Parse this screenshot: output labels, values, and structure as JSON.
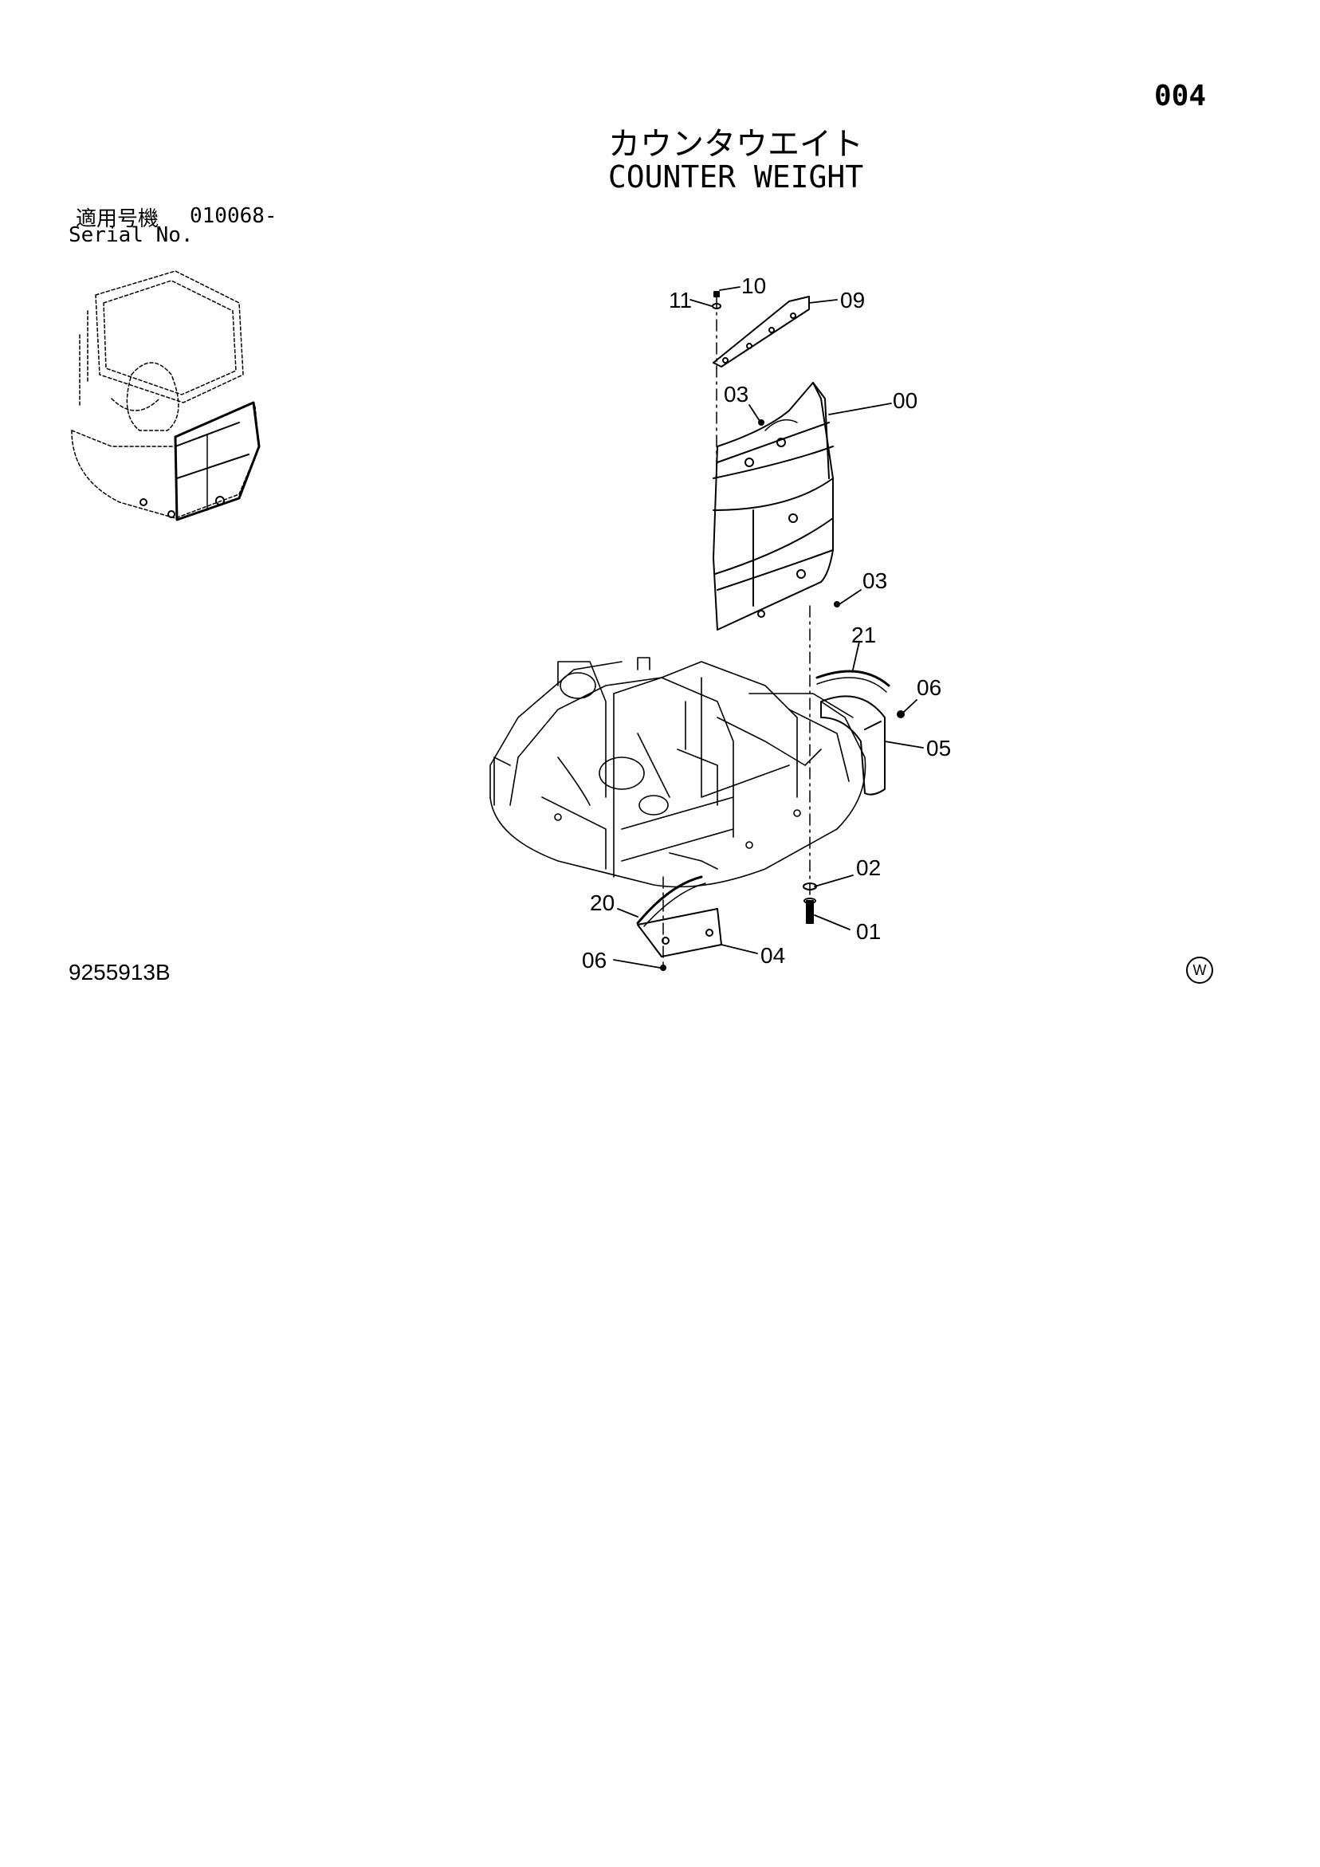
{
  "header": {
    "page_number": "004",
    "title_jp": "カウンタウエイト",
    "title_en": "COUNTER WEIGHT"
  },
  "serial": {
    "label_jp": "適用号機",
    "value": "010068-",
    "label_en": "Serial No."
  },
  "footer": {
    "drawing_number": "9255913B",
    "mark": "W"
  },
  "callouts": {
    "c00": "00",
    "c01": "01",
    "c02": "02",
    "c03a": "03",
    "c03b": "03",
    "c04": "04",
    "c05": "05",
    "c06a": "06",
    "c06b": "06",
    "c09": "09",
    "c10": "10",
    "c11": "11",
    "c20": "20",
    "c21": "21"
  }
}
